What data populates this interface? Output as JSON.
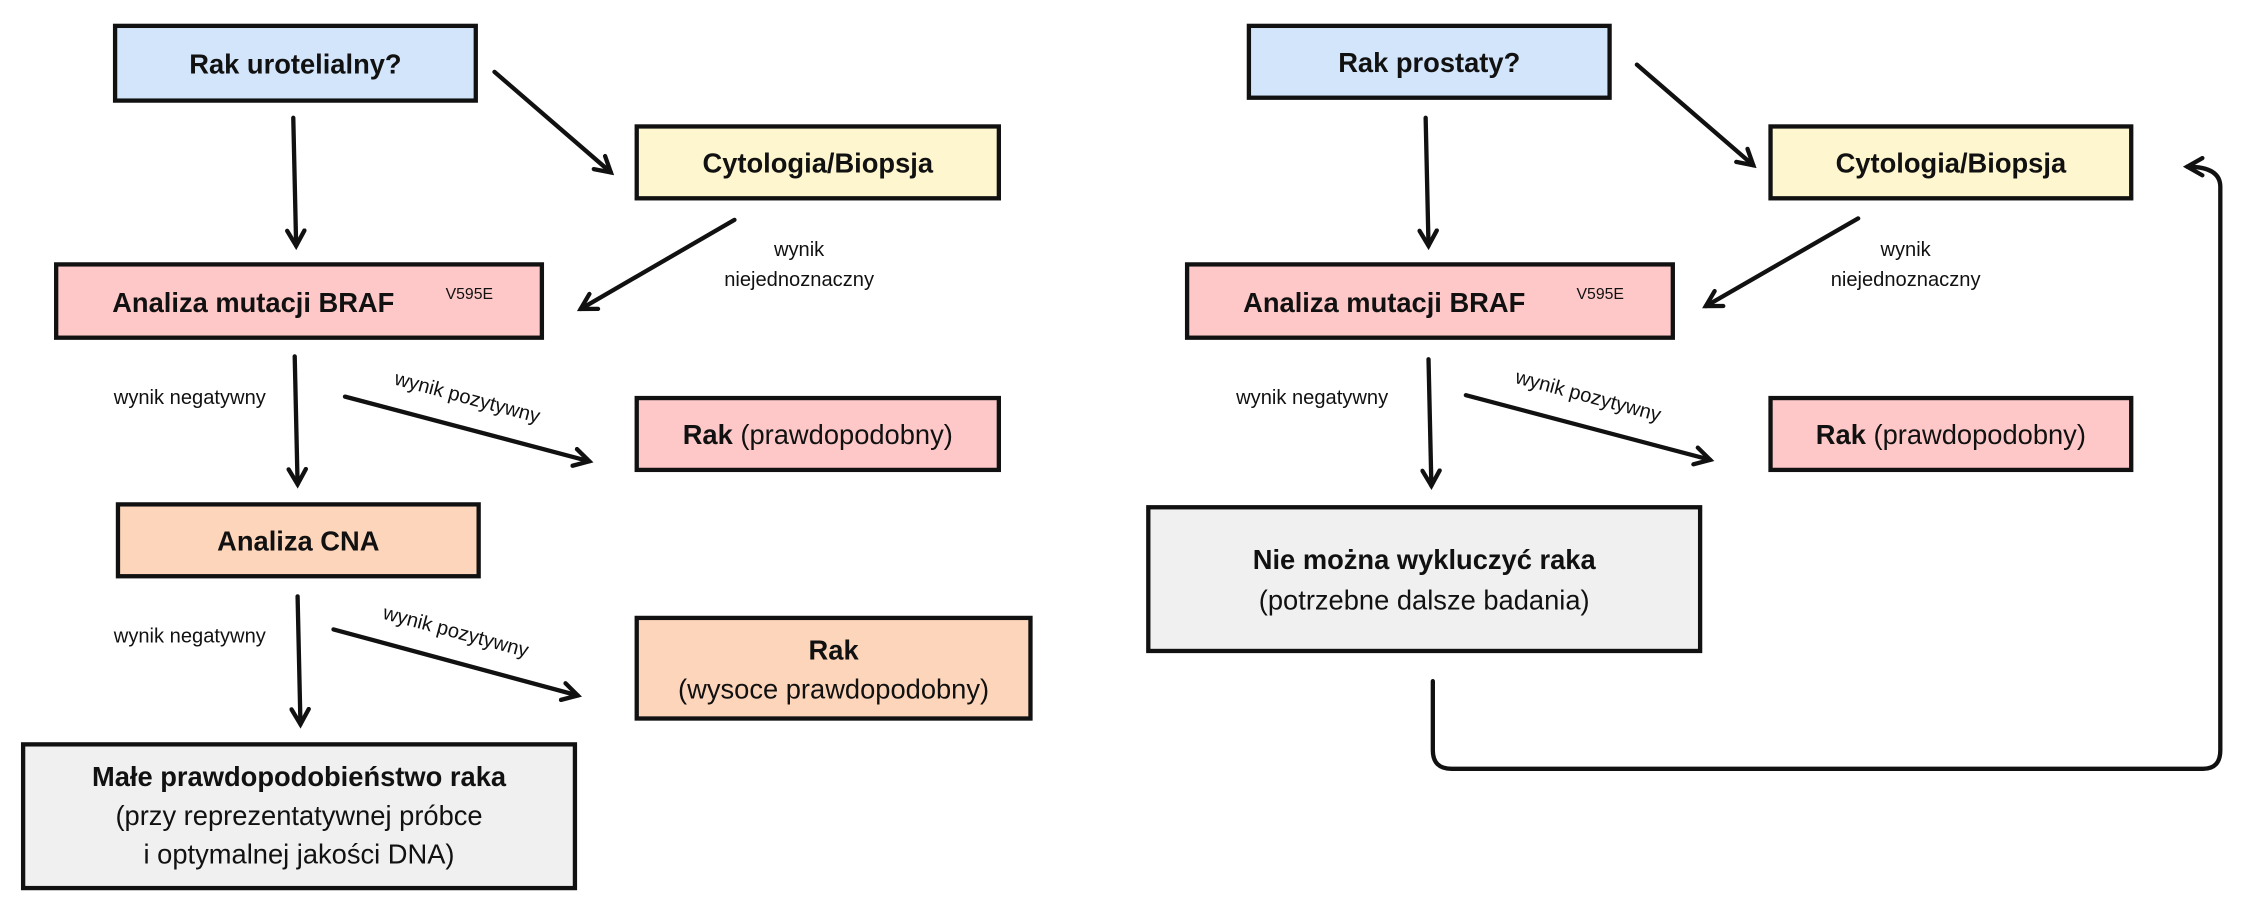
{
  "colors": {
    "blue": "#d3e5fb",
    "yellow": "#fdf6cf",
    "pink": "#fec8c8",
    "peach": "#fdd5bb",
    "gray": "#f0f0f0"
  },
  "left": {
    "start": "Rak urotelialny?",
    "cytology": "Cytologia/Biopsja",
    "braf": "Analiza mutacji BRAF",
    "braf_sup": "V595E",
    "ambiguous_1": "wynik",
    "ambiguous_2": "niejednoznaczny",
    "negative_1": "wynik negatywny",
    "positive_1": "wynik pozytywny",
    "cancer_bold": "Rak",
    "cancer_probable": "(prawdopodobny)",
    "cna": "Analiza CNA",
    "negative_2": "wynik negatywny",
    "positive_2": "wynik pozytywny",
    "cancer2_bold": "Rak",
    "cancer2_probable": "(wysoce prawdopodobny)",
    "low_title": "Małe prawdopodobieństwo raka",
    "low_line1": "(przy reprezentatywnej próbce",
    "low_line2": "i optymalnej jakości DNA)"
  },
  "right": {
    "start": "Rak prostaty?",
    "cytology": "Cytologia/Biopsja",
    "braf": "Analiza mutacji BRAF",
    "braf_sup": "V595E",
    "ambiguous_1": "wynik",
    "ambiguous_2": "niejednoznaczny",
    "negative": "wynik negatywny",
    "positive": "wynik pozytywny",
    "cancer_bold": "Rak",
    "cancer_probable": "(prawdopodobny)",
    "excl_title": "Nie można wykluczyć raka",
    "excl_sub": "(potrzebne dalsze badania)"
  }
}
